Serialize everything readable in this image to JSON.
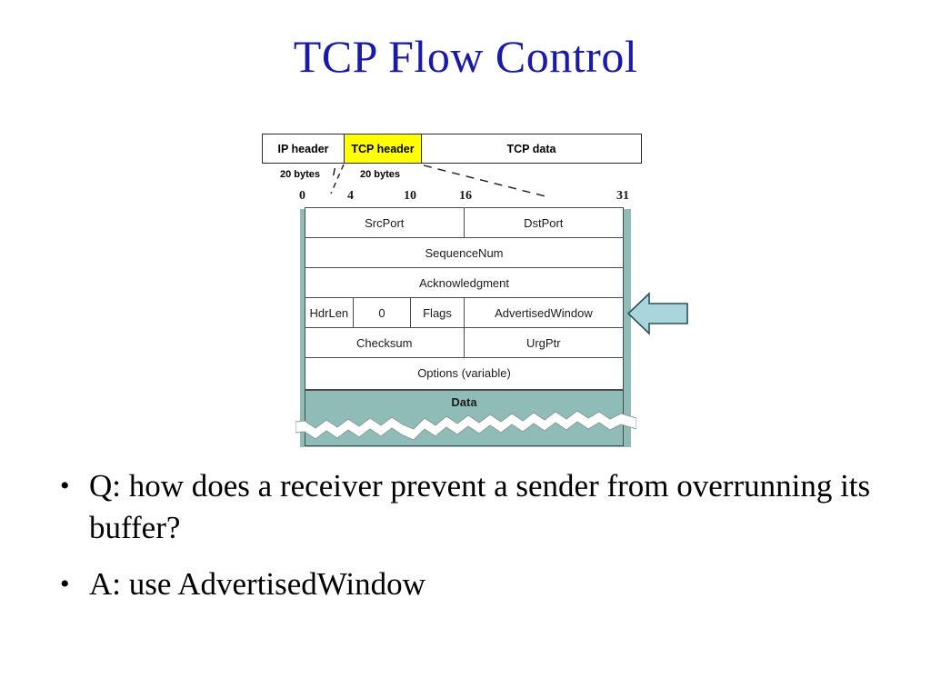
{
  "slide": {
    "title": "TCP Flow Control",
    "title_color": "#1a1aaa"
  },
  "packet_bar": {
    "cells": [
      {
        "label": "IP header",
        "fill": "#ffffff",
        "size_label": "20 bytes"
      },
      {
        "label": "TCP header",
        "fill": "#ffff00",
        "size_label": "20 bytes"
      },
      {
        "label": "TCP data",
        "fill": "#ffffff",
        "size_label": ""
      }
    ],
    "slash": "/"
  },
  "bit_ruler": {
    "ticks": [
      "0",
      "4",
      "10",
      "16",
      "31"
    ]
  },
  "tcp_header": {
    "rows": [
      {
        "cells": [
          {
            "label": "SrcPort"
          },
          {
            "label": "DstPort"
          }
        ]
      },
      {
        "cells": [
          {
            "label": "SequenceNum"
          }
        ]
      },
      {
        "cells": [
          {
            "label": "Acknowledgment"
          }
        ]
      },
      {
        "cells": [
          {
            "label": "HdrLen"
          },
          {
            "label": "0"
          },
          {
            "label": "Flags"
          },
          {
            "label": "AdvertisedWindow"
          }
        ]
      },
      {
        "cells": [
          {
            "label": "Checksum"
          },
          {
            "label": "UrgPtr"
          }
        ]
      },
      {
        "cells": [
          {
            "label": "Options (variable)"
          }
        ]
      }
    ],
    "data_label": "Data",
    "data_fill": "#8fbcb6",
    "highlight_fill": "#ffff00",
    "border_color": "#4a4a4a"
  },
  "pointer": {
    "name": "advertised-window-pointer",
    "fill": "#a9d5dd",
    "stroke": "#2f4f58",
    "direction": "left"
  },
  "bullets": [
    {
      "marker": "•",
      "text": "Q: how does a receiver prevent a sender from overrunning its buffer?"
    },
    {
      "marker": "•",
      "text": "A: use AdvertisedWindow"
    }
  ]
}
